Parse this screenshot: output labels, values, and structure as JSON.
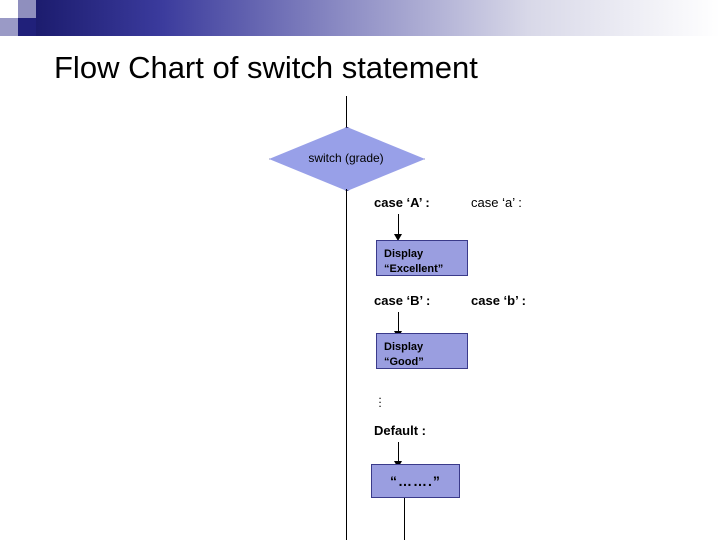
{
  "slide": {
    "title": "Flow Chart of switch statement"
  },
  "decor": {
    "band_gradient_from": "#1c1c6e",
    "band_gradient_to": "#ffffff",
    "square_dark": "#20207a",
    "square_mid": "#8f8fbe"
  },
  "chart_data": {
    "type": "flowchart",
    "title": "Flow Chart of switch statement",
    "node_fill": "#9a9ee0",
    "node_stroke": "#3a3a8a",
    "nodes": [
      {
        "id": "decision",
        "shape": "diamond",
        "text": "switch (grade)"
      },
      {
        "id": "case_a",
        "shape": "label",
        "text": "case ‘A’ :"
      },
      {
        "id": "case_a2",
        "shape": "label",
        "text": "case  ‘a’ :"
      },
      {
        "id": "display_excellent",
        "shape": "process",
        "line1": "Display",
        "line2": "“Excellent”"
      },
      {
        "id": "case_b",
        "shape": "label",
        "text": "case ‘B’ :"
      },
      {
        "id": "case_b2",
        "shape": "label",
        "text": "case  ‘b’ :"
      },
      {
        "id": "display_good",
        "shape": "process",
        "line1": "Display",
        "line2": "“Good”"
      },
      {
        "id": "ellipsis",
        "shape": "vertical-dots",
        "text": "⋮"
      },
      {
        "id": "default",
        "shape": "label",
        "text": "Default :"
      },
      {
        "id": "display_dots",
        "shape": "process",
        "text": "“…….”"
      }
    ],
    "edges": [
      {
        "from": "decision",
        "to": "case_a"
      },
      {
        "from": "case_a",
        "to": "display_excellent"
      },
      {
        "from": "display_excellent",
        "to": "case_b"
      },
      {
        "from": "case_b",
        "to": "display_good"
      },
      {
        "from": "display_good",
        "to": "ellipsis"
      },
      {
        "from": "ellipsis",
        "to": "default"
      },
      {
        "from": "default",
        "to": "display_dots"
      },
      {
        "from": "display_dots",
        "to": "exit"
      }
    ]
  }
}
